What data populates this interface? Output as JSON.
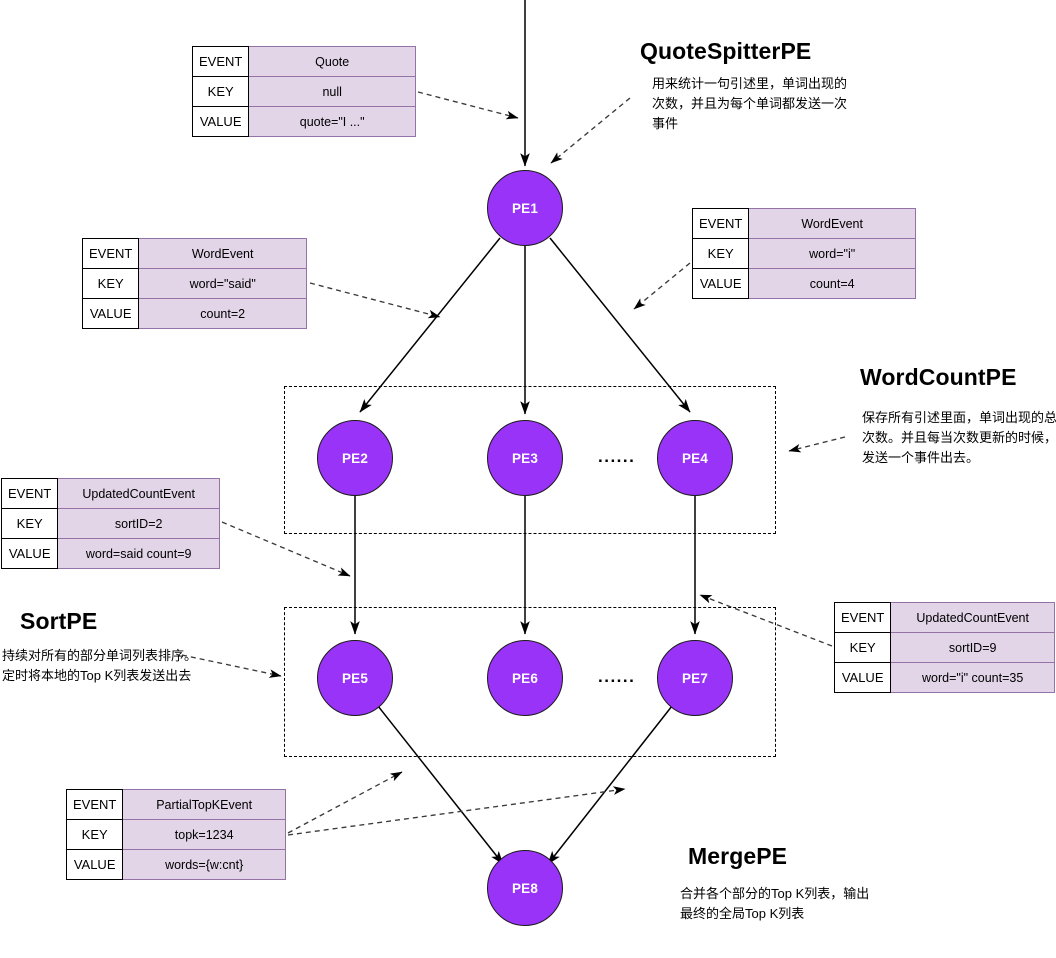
{
  "diagram": {
    "title_nodes": [
      {
        "id": "quote-spitter",
        "label": "QuoteSpitterPE",
        "note": "用来统计一句引述里，单词出现的\n次数，并且为每个单词都发送一次\n事件"
      },
      {
        "id": "word-count",
        "label": "WordCountPE",
        "note": "保存所有引述里面，单词出现的总\n次数。并且每当次数更新的时候，\n发送一个事件出去。"
      },
      {
        "id": "sort",
        "label": "SortPE",
        "note": "持续对所有的部分单词列表排序。\n定时将本地的Top K列表发送出去"
      },
      {
        "id": "merge",
        "label": "MergePE",
        "note": "合并各个部分的Top K列表，输出\n最终的全局Top K列表"
      }
    ],
    "pe_nodes": [
      {
        "id": "pe1",
        "label": "PE1"
      },
      {
        "id": "pe2",
        "label": "PE2"
      },
      {
        "id": "pe3",
        "label": "PE3"
      },
      {
        "id": "pe4",
        "label": "PE4"
      },
      {
        "id": "pe5",
        "label": "PE5"
      },
      {
        "id": "pe6",
        "label": "PE6"
      },
      {
        "id": "pe7",
        "label": "PE7"
      },
      {
        "id": "pe8",
        "label": "PE8"
      }
    ],
    "ellipsis": "......",
    "row_labels": {
      "event": "EVENT",
      "key": "KEY",
      "value": "VALUE"
    },
    "event_tables": [
      {
        "id": "quote-event",
        "event": "Quote",
        "key": "null",
        "value": "quote=\"I ...\""
      },
      {
        "id": "word-event-said",
        "event": "WordEvent",
        "key": "word=\"said\"",
        "value": "count=2"
      },
      {
        "id": "word-event-i",
        "event": "WordEvent",
        "key": "word=\"i\"",
        "value": "count=4"
      },
      {
        "id": "updated-count-sort2",
        "event": "UpdatedCountEvent",
        "key": "sortID=2",
        "value": "word=said count=9"
      },
      {
        "id": "updated-count-sort9",
        "event": "UpdatedCountEvent",
        "key": "sortID=9",
        "value": "word=\"i\" count=35"
      },
      {
        "id": "partial-topk",
        "event": "PartialTopKEvent",
        "key": "topk=1234",
        "value": "words={w:cnt}"
      }
    ],
    "colors": {
      "node_fill": "#9933f7",
      "node_stroke": "#1a1a1a",
      "table_value_bg": "#e1d5e7",
      "table_value_border": "#9673a6",
      "edge": "#000000",
      "background": "#ffffff"
    }
  }
}
